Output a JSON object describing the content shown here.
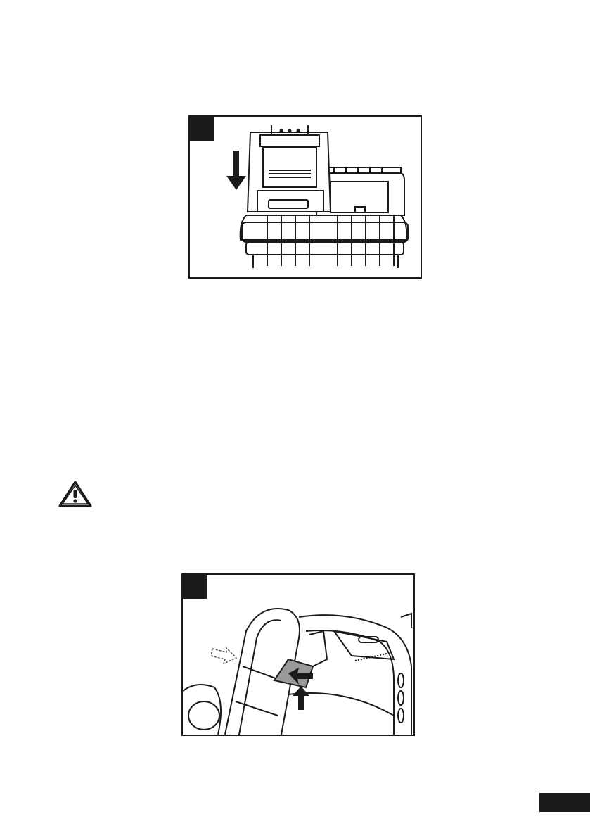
{
  "figures": [
    {
      "id": "figure-1",
      "number": "",
      "description_icon": "battery-on-charger"
    },
    {
      "id": "figure-2",
      "number": "",
      "description_icon": "tool-handle-release"
    }
  ],
  "warning": {
    "icon": "warning-triangle-icon"
  },
  "page_tab": {
    "label": ""
  },
  "colors": {
    "ink": "#1a1a1a",
    "paper": "#ffffff",
    "dashed": "#555555"
  }
}
